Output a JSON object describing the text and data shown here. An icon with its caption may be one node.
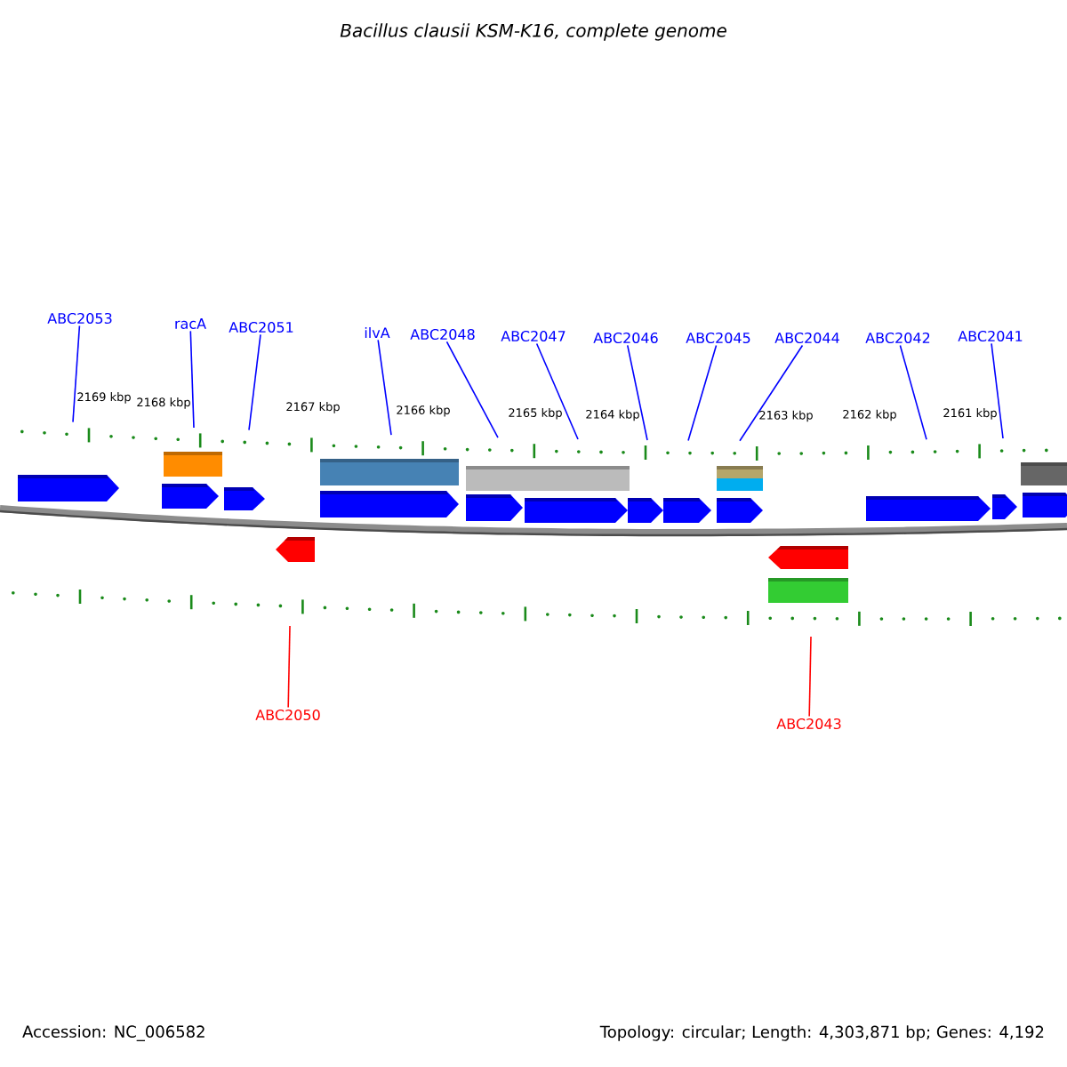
{
  "diagram": {
    "title": "Bacillus clausii KSM-K16, complete genome",
    "nodes": [
      {
        "text": [
          "ABC2053"
        ]
      },
      {
        "text": [
          "racA"
        ]
      },
      {
        "text": [
          "ABC2051"
        ]
      },
      {
        "text": [
          "ilvA"
        ]
      },
      {
        "text": [
          "ABC2048"
        ]
      },
      {
        "text": [
          "ABC2047"
        ]
      },
      {
        "text": [
          "ABC2046"
        ]
      },
      {
        "text": [
          "ABC2045"
        ]
      },
      {
        "text": [
          "ABC2044"
        ]
      },
      {
        "text": [
          "ABC2042"
        ]
      },
      {
        "text": [
          "ABC2041"
        ]
      },
      {
        "text": [
          "ABC2050"
        ]
      },
      {
        "text": [
          "ABC2043"
        ]
      }
    ],
    "edges": [
      {
        "from": 0,
        "to": null,
        "arrow": "none"
      },
      {
        "from": 1,
        "to": null,
        "arrow": "none"
      },
      {
        "from": 2,
        "to": null,
        "arrow": "none"
      },
      {
        "from": 3,
        "to": null,
        "arrow": "none"
      },
      {
        "from": 4,
        "to": null,
        "arrow": "none"
      },
      {
        "from": 5,
        "to": null,
        "arrow": "none"
      },
      {
        "from": 6,
        "to": null,
        "arrow": "none"
      },
      {
        "from": 7,
        "to": null,
        "arrow": "none"
      },
      {
        "from": 8,
        "to": null,
        "arrow": "none"
      },
      {
        "from": 9,
        "to": null,
        "arrow": "none"
      },
      {
        "from": 10,
        "to": null,
        "arrow": "none"
      },
      {
        "from": 11,
        "to": null,
        "arrow": "none",
        "color": "#ff0000"
      },
      {
        "from": 12,
        "to": null,
        "arrow": "none",
        "color": "#ff0000"
      }
    ],
    "labels": [
      "2169 kbp",
      "2168 kbp",
      "2167 kbp",
      "2166 kbp",
      "2165 kbp",
      "2164 kbp",
      "2163 kbp",
      "2162 kbp",
      "2161 kbp",
      "Accession: NC_006582",
      "Topology: circular; Length: 4,303,871 bp; Genes: 4,192"
    ]
  }
}
